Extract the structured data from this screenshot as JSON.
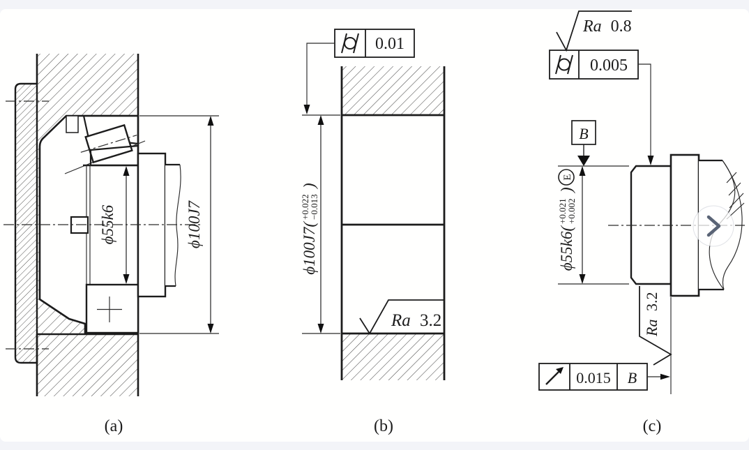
{
  "page": {
    "background": "#f3f4f8",
    "canvas_background": "#fffffe",
    "line_color": "#1c1c1c"
  },
  "figures": {
    "a": {
      "caption": "(a)",
      "dim_inner": "ϕ55k6",
      "dim_outer": "ϕ100J7"
    },
    "b": {
      "caption": "(b)",
      "fcf": {
        "symbol": "cylindricity",
        "value": "0.01"
      },
      "dim": {
        "prefix": "ϕ100J7(",
        "upper_tol": "+0.022",
        "lower_tol": "−0.013",
        "suffix": ")"
      },
      "roughness": {
        "label": "Ra",
        "value": "3.2"
      }
    },
    "c": {
      "caption": "(c)",
      "roughness_top": {
        "label": "Ra",
        "value": "0.8"
      },
      "fcf_top": {
        "symbol": "cylindricity",
        "value": "0.005"
      },
      "datum_label": "B",
      "dim": {
        "prefix": "ϕ55k6(",
        "upper_tol": "+0.021",
        "lower_tol": "+0.002",
        "suffix": ")",
        "envelope": "E"
      },
      "roughness_side": {
        "label": "Ra",
        "value": "3.2"
      },
      "fcf_bottom": {
        "symbol": "circular-runout",
        "value": "0.015",
        "datum": "B"
      }
    }
  },
  "nav": {
    "next_button": "chevron-right"
  }
}
